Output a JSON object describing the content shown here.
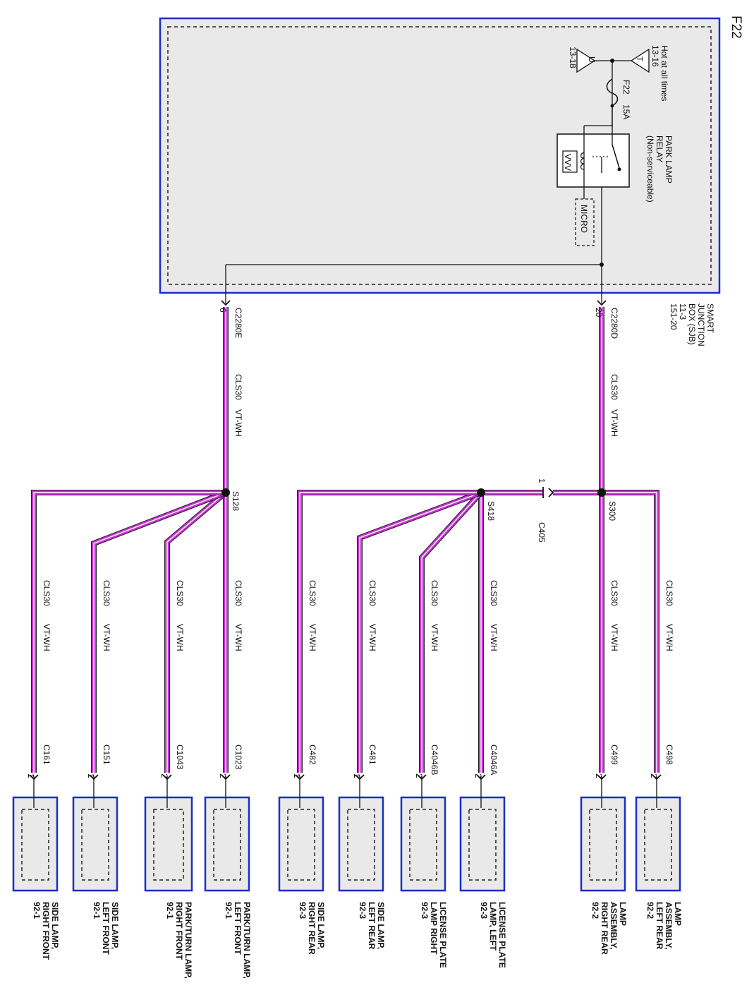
{
  "page_id": "F22",
  "sjb": {
    "name_lines": [
      "SMART",
      "JUNCTION",
      "BOX (SJB)",
      "11-3",
      "151-20"
    ],
    "hot_label_lines": [
      "Hot at all times",
      "13-16"
    ],
    "power_t": "T",
    "power_u": "U",
    "u_ref": "13-18",
    "fuse_id": "F22",
    "fuse_rating": "15A",
    "relay_lines": [
      "PARK LAMP",
      "RELAY",
      "(Non-serviceable)"
    ],
    "micro": "MICRO",
    "coil_symbol": "VVV"
  },
  "sjb_connectors": [
    {
      "name": "C2280D",
      "pin": "20"
    },
    {
      "name": "C2280E",
      "pin": "6"
    }
  ],
  "feed_wires": [
    {
      "circuit": "CLS30",
      "color": "VT-WH"
    },
    {
      "circuit": "CLS30",
      "color": "VT-WH"
    }
  ],
  "splices": [
    "S300",
    "S418",
    "S128"
  ],
  "inline_connector": {
    "name": "C405",
    "pin": "1"
  },
  "branches": [
    {
      "circuit": "CLS30",
      "color": "VT-WH",
      "connector": "C498",
      "pin": "2",
      "lines": [
        "LAMP",
        "ASSEMBLY,",
        "LEFT REAR",
        "92-2"
      ]
    },
    {
      "circuit": "CLS30",
      "color": "VT-WH",
      "connector": "C499",
      "pin": "2",
      "lines": [
        "LAMP",
        "ASSEMBLY,",
        "RIGHT REAR",
        "92-2"
      ]
    },
    {
      "circuit": "CLS30",
      "color": "VT-WH",
      "connector": "C4046A",
      "pin": "2",
      "lines": [
        "LICENSE PLATE",
        "LAMP, LEFT",
        "92-3"
      ]
    },
    {
      "circuit": "CLS30",
      "color": "VT-WH",
      "connector": "C4046B",
      "pin": "2",
      "lines": [
        "LICENSE PLATE",
        "LAMP RIGHT",
        "92-3"
      ]
    },
    {
      "circuit": "CLS30",
      "color": "VT-WH",
      "connector": "C481",
      "pin": "1",
      "lines": [
        "SIDE LAMP,",
        "LEFT REAR",
        "92-3"
      ]
    },
    {
      "circuit": "CLS30",
      "color": "VT-WH",
      "connector": "C482",
      "pin": "1",
      "lines": [
        "SIDE LAMP,",
        "RIGHT REAR",
        "92-3"
      ]
    },
    {
      "circuit": "CLS30",
      "color": "VT-WH",
      "connector": "C1023",
      "pin": "2",
      "lines": [
        "PARK/TURN LAMP,",
        "LEFT FRONT",
        "92-1"
      ]
    },
    {
      "circuit": "CLS30",
      "color": "VT-WH",
      "connector": "C1043",
      "pin": "2",
      "lines": [
        "PARK/TURN LAMP,",
        "RIGHT FRONT",
        "92-1"
      ]
    },
    {
      "circuit": "CLS30",
      "color": "VT-WH",
      "connector": "C151",
      "pin": "1",
      "lines": [
        "SIDE LAMP,",
        "LEFT FRONT",
        "92-1"
      ]
    },
    {
      "circuit": "CLS30",
      "color": "VT-WH",
      "connector": "C161",
      "pin": "1",
      "lines": [
        "SIDE LAMP,",
        "RIGHT FRONT",
        "92-1"
      ]
    }
  ],
  "colors": {
    "wire": "#c832d2",
    "wire_stripe": "#ffffff",
    "box_border": "#1a2fc8",
    "box_fill": "#e9e9e9"
  }
}
